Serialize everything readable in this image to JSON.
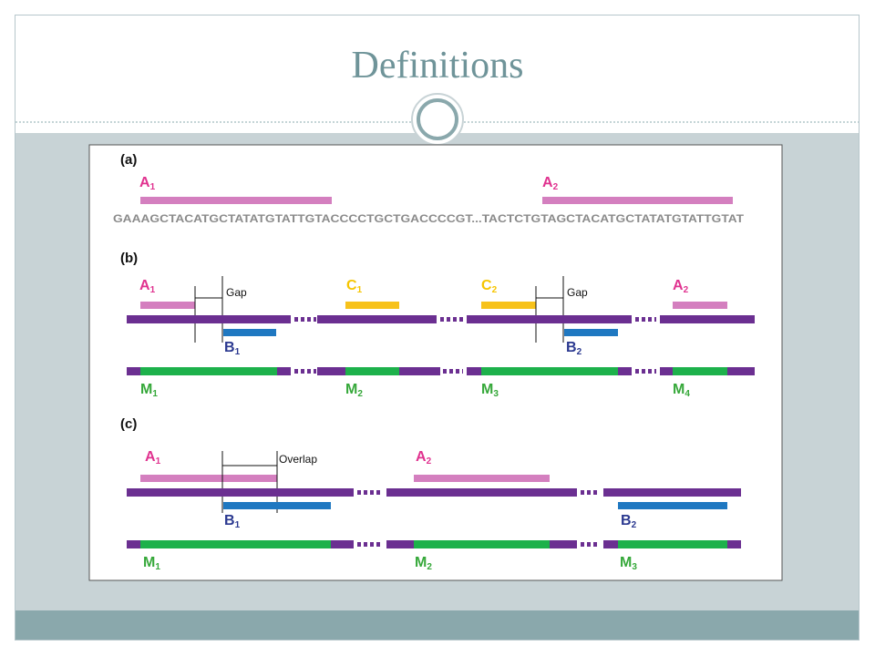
{
  "slide": {
    "title": "Definitions"
  },
  "colors": {
    "title": "#6f9499",
    "band": "#c8d3d6",
    "footer": "#8aa8ac",
    "purple": "#6b2f91",
    "pink": "#e0328f",
    "pink_bar": "#d47fbf",
    "blue": "#2b3990",
    "blue_bar": "#1f78c1",
    "yellow": "#f6c500",
    "yellow_bar": "#f7c21b",
    "green": "#36a83a",
    "green_bar": "#1db14b"
  },
  "panel_a": {
    "label": "(a)",
    "a1": {
      "letter": "A",
      "sub": "1"
    },
    "a2": {
      "letter": "A",
      "sub": "2"
    },
    "sequence": "GAAAGCTACATGCTATATGTATTGTACCCCTGCTGACCCCGT...TACTCTGTAGCTACATGCTATATGTATTGTAT"
  },
  "panel_b": {
    "label": "(b)",
    "a1": {
      "letter": "A",
      "sub": "1"
    },
    "c1": {
      "letter": "C",
      "sub": "1"
    },
    "c2": {
      "letter": "C",
      "sub": "2"
    },
    "a2": {
      "letter": "A",
      "sub": "2"
    },
    "gap1": "Gap",
    "gap2": "Gap",
    "b1": {
      "letter": "B",
      "sub": "1"
    },
    "b2": {
      "letter": "B",
      "sub": "2"
    },
    "m1": {
      "letter": "M",
      "sub": "1"
    },
    "m2": {
      "letter": "M",
      "sub": "2"
    },
    "m3": {
      "letter": "M",
      "sub": "3"
    },
    "m4": {
      "letter": "M",
      "sub": "4"
    }
  },
  "panel_c": {
    "label": "(c)",
    "a1": {
      "letter": "A",
      "sub": "1"
    },
    "a2": {
      "letter": "A",
      "sub": "2"
    },
    "overlap": "Overlap",
    "b1": {
      "letter": "B",
      "sub": "1"
    },
    "b2": {
      "letter": "B",
      "sub": "2"
    },
    "m1": {
      "letter": "M",
      "sub": "1"
    },
    "m2": {
      "letter": "M",
      "sub": "2"
    },
    "m3": {
      "letter": "M",
      "sub": "3"
    }
  }
}
